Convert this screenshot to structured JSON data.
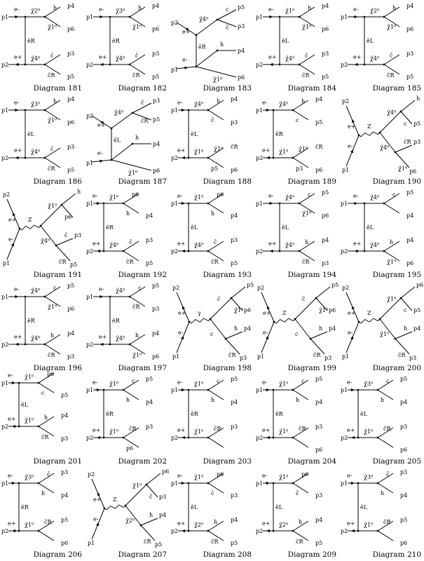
{
  "diagrams": [
    {
      "title": "Diagram 181",
      "topology": "vertical",
      "top_in": "p1",
      "bot_in": "p2",
      "top_line": "e-",
      "bot_line": "e+",
      "prop": "e~R",
      "top_boson": "χ~2⁰",
      "bot_boson": "χ~4⁰",
      "top_out": [
        "h",
        "p4",
        "χ~1⁰",
        "p6"
      ],
      "bot_out": [
        "c̄",
        "p3",
        "c~R",
        "p5"
      ]
    },
    {
      "title": "Diagram 182",
      "topology": "vertical",
      "top_in": "p1",
      "bot_in": "p2",
      "top_line": "e-",
      "bot_line": "e+",
      "prop": "e~R",
      "top_boson": "χ~3⁰",
      "bot_boson": "χ~4⁰",
      "top_out": [
        "h",
        "p4",
        "χ~1⁰",
        "p6"
      ],
      "bot_out": [
        "c̄",
        "p3",
        "c~R",
        "p5"
      ]
    },
    {
      "title": "Diagram 183",
      "topology": "schan",
      "top_in": "p2",
      "bot_in": "p1",
      "top_line": "e+",
      "bot_line": "e-",
      "prop": "e~R",
      "top_boson": "χ~4⁰",
      "bot_boson": "χ~1⁰",
      "top_out": [
        "c",
        "p5",
        "c̄",
        "p3"
      ],
      "bot_out": [
        "h",
        "p4",
        "",
        "p6"
      ]
    },
    {
      "title": "Diagram 184",
      "topology": "vertical",
      "top_in": "p1",
      "bot_in": "p2",
      "top_line": "e-",
      "bot_line": "e+",
      "prop": "e~L",
      "top_boson": "χ~1⁰",
      "bot_boson": "χ~4⁰",
      "top_out": [
        "h",
        "p4",
        "χ~1⁰",
        "p6"
      ],
      "bot_out": [
        "c̄",
        "p3",
        "c~R",
        "p5"
      ]
    },
    {
      "title": "Diagram 185",
      "topology": "vertical",
      "top_in": "p1",
      "bot_in": "p2",
      "top_line": "e-",
      "bot_line": "e+",
      "prop": "e~L",
      "top_boson": "χ~2⁰",
      "bot_boson": "χ~4⁰",
      "top_out": [
        "h",
        "p4",
        "χ~1⁰",
        "p6"
      ],
      "bot_out": [
        "c̄",
        "p3",
        "c~R",
        "p5"
      ]
    },
    {
      "title": "Diagram 186",
      "topology": "vertical",
      "top_in": "p1",
      "bot_in": "p2",
      "top_line": "e-",
      "bot_line": "e+",
      "prop": "e~L",
      "top_boson": "χ~3⁰",
      "bot_boson": "χ~4⁰",
      "top_out": [
        "h",
        "p4",
        "χ~1⁰",
        "p6"
      ],
      "bot_out": [
        "c̄",
        "p3",
        "c~R",
        "p5"
      ]
    },
    {
      "title": "Diagram 187",
      "topology": "schan",
      "top_in": "p2",
      "bot_in": "p1",
      "top_line": "e+",
      "bot_line": "e-",
      "prop": "e~L",
      "top_boson": "χ~4⁰",
      "bot_boson": "χ~1⁰",
      "top_out": [
        "c̄",
        "p3",
        "c~R",
        "p5"
      ],
      "bot_out": [
        "h",
        "p4",
        "",
        "p6"
      ]
    },
    {
      "title": "Diagram 188",
      "topology": "chain",
      "top_in": "p1",
      "bot_in": "p2",
      "top_line": "e-",
      "bot_line": "e+",
      "prop": "e~L",
      "top_boson": "χ~4⁰",
      "bot_boson": "χ~1⁰",
      "top_out": [
        "h",
        "p4",
        "c̄",
        "p3"
      ],
      "bot_out": [
        "χ~1⁰",
        "c~R",
        "p5",
        "p6"
      ]
    },
    {
      "title": "Diagram 189",
      "topology": "chain",
      "top_in": "p1",
      "bot_in": "p2",
      "top_line": "e-",
      "bot_line": "e+",
      "prop": "e~R",
      "top_boson": "χ~4⁰",
      "bot_boson": "χ~1⁰",
      "top_out": [
        "h",
        "p4",
        "c",
        "p5"
      ],
      "bot_out": [
        "χ~1⁰",
        "c~R",
        "p3",
        "p6"
      ]
    },
    {
      "title": "Diagram 190",
      "topology": "zbox",
      "top_in": "p2",
      "bot_in": "p1",
      "top_line": "e+",
      "bot_line": "e-",
      "prop": "Z",
      "top_boson": "χ~4⁰",
      "bot_boson": "χ~4⁰",
      "top_out": [
        "h",
        "p4",
        "c",
        "p5"
      ],
      "bot_out": [
        "c~R",
        "p3",
        "χ~1⁰",
        "p6"
      ]
    },
    {
      "title": "Diagram 191",
      "topology": "zbox",
      "top_in": "p2",
      "bot_in": "p1",
      "top_line": "e+",
      "bot_line": "e-",
      "prop": "Z",
      "top_boson": "χ~1⁰",
      "bot_boson": "χ~4⁰",
      "top_out": [
        "h",
        "p4",
        "p6",
        ""
      ],
      "bot_out": [
        "c̄",
        "p3",
        "c~R",
        "p5"
      ]
    },
    {
      "title": "Diagram 192",
      "topology": "chain",
      "top_in": "p1",
      "bot_in": "p2",
      "top_line": "e-",
      "bot_line": "e+",
      "prop": "e~R",
      "top_boson": "χ~1⁰",
      "bot_boson": "χ~4⁰",
      "top_out": [
        "p6",
        "",
        "h",
        "p4"
      ],
      "bot_out": [
        "c̄",
        "p3",
        "c~R",
        "p5"
      ]
    },
    {
      "title": "Diagram 193",
      "topology": "chain",
      "top_in": "p1",
      "bot_in": "p2",
      "top_line": "e-",
      "bot_line": "e+",
      "prop": "e~L",
      "top_boson": "χ~1⁰",
      "bot_boson": "χ~4⁰",
      "top_out": [
        "p6",
        "",
        "h",
        "p4"
      ],
      "bot_out": [
        "c̄",
        "p3",
        "c~R",
        "p5"
      ]
    },
    {
      "title": "Diagram 194",
      "topology": "vertical",
      "top_in": "p1",
      "bot_in": "p2",
      "top_line": "e-",
      "bot_line": "e+",
      "prop": "e~L",
      "top_boson": "χ~4⁰",
      "bot_boson": "χ~4⁰",
      "top_out": [
        "c",
        "p5",
        "χ~1⁰",
        "p6"
      ],
      "bot_out": [
        "h",
        "p4",
        "c~R",
        "p3"
      ]
    },
    {
      "title": "Diagram 195",
      "topology": "vertical",
      "top_in": "p1",
      "bot_in": "p2",
      "top_line": "e-",
      "bot_line": "e+",
      "prop": "e~L",
      "top_boson": "χ~4⁰",
      "bot_boson": "χ~4⁰",
      "top_out": [
        "c",
        "p5",
        "",
        "p4"
      ],
      "bot_out": [
        "h",
        "p4",
        "χ~1⁰",
        "p6"
      ]
    },
    {
      "title": "Diagram 196",
      "topology": "vertical",
      "top_in": "p1",
      "bot_in": "p2",
      "top_line": "e-",
      "bot_line": "e+",
      "prop": "e~R",
      "top_boson": "χ~4⁰",
      "bot_boson": "χ~4⁰",
      "top_out": [
        "c",
        "p5",
        "χ~1⁰",
        "p6"
      ],
      "bot_out": [
        "h",
        "p4",
        "c~R",
        "p3"
      ]
    },
    {
      "title": "Diagram 197",
      "topology": "vertical",
      "top_in": "p1",
      "bot_in": "p2",
      "top_line": "e-",
      "bot_line": "e+",
      "prop": "e~R",
      "top_boson": "χ~4⁰",
      "bot_boson": "χ~4⁰",
      "top_out": [
        "c",
        "p5",
        "c~R",
        "p3"
      ],
      "bot_out": [
        "h",
        "p4",
        "χ~1⁰",
        "p6"
      ]
    },
    {
      "title": "Diagram 198",
      "topology": "zbox",
      "top_in": "p2",
      "bot_in": "p1",
      "top_line": "e+",
      "bot_line": "e-",
      "prop": "γ",
      "top_boson": "c̄",
      "bot_boson": "c",
      "top_out": [
        "p5",
        "",
        "χ~1⁰",
        "p6"
      ],
      "bot_out": [
        "h",
        "p4",
        "c~R",
        "p3"
      ]
    },
    {
      "title": "Diagram 199",
      "topology": "zbox",
      "top_in": "p2",
      "bot_in": "p1",
      "top_line": "e+",
      "bot_line": "e-",
      "prop": "Z",
      "top_boson": "c̄",
      "bot_boson": "c",
      "top_out": [
        "p5",
        "",
        "χ~1⁰",
        "p6"
      ],
      "bot_out": [
        "h",
        "p4",
        "c~R",
        "p3"
      ]
    },
    {
      "title": "Diagram 200",
      "topology": "zbox",
      "top_in": "p2",
      "bot_in": "p1",
      "top_line": "e+",
      "bot_line": "e-",
      "prop": "Z",
      "top_boson": "χ~1⁰",
      "bot_boson": "χ~1⁰",
      "top_out": [
        "p6",
        "",
        "c",
        "p5"
      ],
      "bot_out": [
        "h",
        "p4",
        "c~R",
        "p3"
      ]
    },
    {
      "title": "Diagram 201",
      "topology": "long",
      "top_in": "p1",
      "bot_in": "p2",
      "top_line": "e-",
      "bot_line": "e+",
      "prop": "e~L",
      "top_boson": "χ~1⁰",
      "bot_boson": "χ~1⁰",
      "top_out": [
        "p6",
        "",
        "c",
        "p5"
      ],
      "bot_out": [
        "h",
        "p4",
        "c~R",
        "p3"
      ]
    },
    {
      "title": "Diagram 202",
      "topology": "chain",
      "top_in": "p1",
      "bot_in": "p2",
      "top_line": "e-",
      "bot_line": "e+",
      "prop": "e~R",
      "top_boson": "χ~1⁰",
      "bot_boson": "χ~1⁰",
      "top_out": [
        "c",
        "p5",
        "h",
        "p4"
      ],
      "bot_out": [
        "c~R",
        "p3",
        "p6",
        ""
      ]
    },
    {
      "title": "Diagram 203",
      "topology": "chain",
      "top_in": "p1",
      "bot_in": "p2",
      "top_line": "e-",
      "bot_line": "e+",
      "prop": "e~R",
      "top_boson": "χ~1⁰",
      "bot_boson": "χ~1⁰",
      "top_out": [
        "c",
        "p5",
        "h",
        "p4"
      ],
      "bot_out": [
        "c~R",
        "p3",
        "",
        ""
      ]
    },
    {
      "title": "Diagram 204",
      "topology": "chain",
      "top_in": "p1",
      "bot_in": "p2",
      "top_line": "e-",
      "bot_line": "e+",
      "prop": "e~R",
      "top_boson": "χ~1⁰",
      "bot_boson": "χ~1⁰",
      "top_out": [
        "c",
        "p5",
        "h",
        "p4"
      ],
      "bot_out": [
        "c~R",
        "p3",
        "",
        "p6"
      ]
    },
    {
      "title": "Diagram 205",
      "topology": "chain",
      "top_in": "p1",
      "bot_in": "p2",
      "top_line": "e-",
      "bot_line": "e+",
      "prop": "e~L",
      "top_boson": "χ~3⁰",
      "bot_boson": "χ~1⁰",
      "top_out": [
        "c",
        "p5",
        "h",
        "p4"
      ],
      "bot_out": [
        "c~R",
        "p3",
        "",
        "p6"
      ]
    },
    {
      "title": "Diagram 206",
      "topology": "chain",
      "top_in": "p1",
      "bot_in": "p2",
      "top_line": "e-",
      "bot_line": "e+",
      "prop": "e~R",
      "top_boson": "χ~3⁰",
      "bot_boson": "χ~1⁰",
      "top_out": [
        "c̄",
        "p3",
        "h",
        "p4"
      ],
      "bot_out": [
        "c~R",
        "p5",
        "",
        "p6"
      ]
    },
    {
      "title": "Diagram 207",
      "topology": "zbox",
      "top_in": "p2",
      "bot_in": "p1",
      "top_line": "e+",
      "bot_line": "e-",
      "prop": "Z",
      "top_boson": "χ~1⁰",
      "bot_boson": "χ~2⁰",
      "top_out": [
        "p6",
        "",
        "c̄",
        "p3"
      ],
      "bot_out": [
        "h",
        "p4",
        "c~R",
        "p5"
      ]
    },
    {
      "title": "Diagram 208",
      "topology": "chain",
      "top_in": "p1",
      "bot_in": "p2",
      "top_line": "e-",
      "bot_line": "e+",
      "prop": "e~L",
      "top_boson": "χ~1⁰",
      "bot_boson": "χ~2⁰",
      "top_out": [
        "p6",
        "",
        "c̄",
        "p3"
      ],
      "bot_out": [
        "h",
        "p4",
        "c~R",
        "p5"
      ]
    },
    {
      "title": "Diagram 209",
      "topology": "chain",
      "top_in": "p1",
      "bot_in": "p2",
      "top_line": "e-",
      "bot_line": "e+",
      "prop": "e~L",
      "top_boson": "χ~1⁰",
      "bot_boson": "χ~2⁰",
      "top_out": [
        "p6",
        "",
        "c̄",
        "p3"
      ],
      "bot_out": [
        "h",
        "p4",
        "c~R",
        "p5"
      ]
    },
    {
      "title": "Diagram 210",
      "topology": "chain",
      "top_in": "p1",
      "bot_in": "p2",
      "top_line": "e-",
      "bot_line": "e+",
      "prop": "e~L",
      "top_boson": "χ~3⁰",
      "bot_boson": "χ~1⁰",
      "top_out": [
        "c̄",
        "p3",
        "h",
        "p4"
      ],
      "bot_out": [
        "c~R",
        "p5",
        "",
        "p6"
      ]
    }
  ]
}
